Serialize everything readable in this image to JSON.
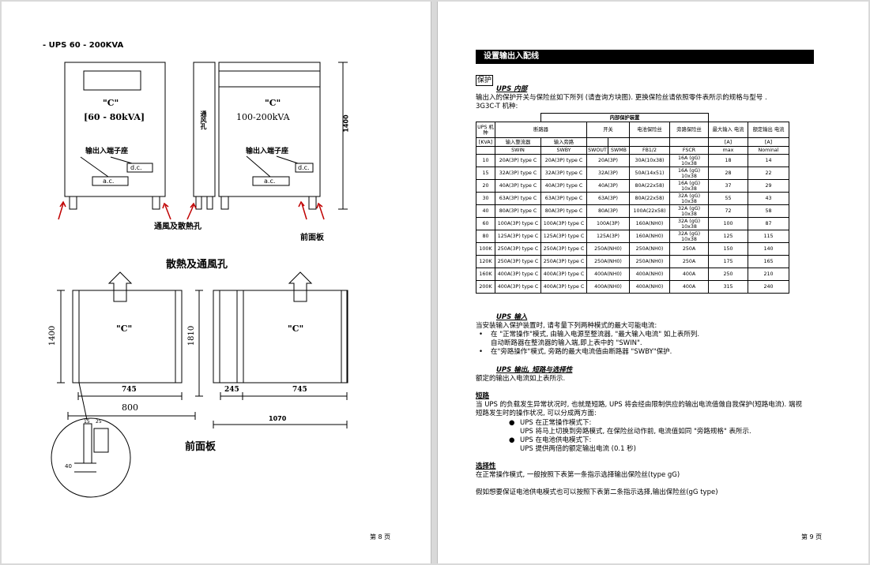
{
  "left": {
    "title": "- UPS 60 - 200KVA",
    "cab1_c": "\"C\"",
    "cab1_range": "[60 - 80kVA]",
    "cab1_terminal": "输出入端子座",
    "dc": "d.c.",
    "ac": "a.c.",
    "side_label": "通风孔",
    "cab2_c": "\"C\"",
    "cab2_range": "100-200kVA",
    "cab2_terminal": "输出入端子座",
    "height_1400": "1400",
    "vent_label": "通風及散熱孔",
    "front_label_top": "前面板",
    "section_title": "散熱及通風孔",
    "dim_1400": "1400",
    "dim_1810": "1810",
    "dim_745a": "745",
    "dim_800": "800",
    "dim_245": "245",
    "dim_745b": "745",
    "dim_1070": "1070",
    "detail_15": "15",
    "detail_25": "25",
    "detail_40": "40",
    "front_label_bottom": "前面板",
    "page_number": "第 8 页"
  },
  "right": {
    "section_header": "设置输出入配线",
    "protect_box": "保护",
    "ups_internal_heading": "UPS 内部",
    "intro_line1": "输出入的保护开关与保险丝如下所列 (请查询方块图). 更换保险丝请依照零件表所示的规格与型号 .",
    "intro_line2": "3G3C-T 机种:",
    "table": {
      "title": "内部保护装置",
      "h_ups": "UPS 机种",
      "h_breaker": "断路器",
      "h_switch": "开关",
      "h_batt_fuse": "电池保险丝",
      "h_bypass_fuse": "旁路保险丝",
      "h_max_in": "最大输入 电流",
      "h_rated_out": "额定输出 电流",
      "h_kva": "[KVA]",
      "h_rect_in": "输入整流器",
      "h_bypass_in": "输入旁路",
      "h_a1": "[A]",
      "h_a2": "[A]",
      "codes": [
        "SWIN",
        "SWBY",
        "SWOUT",
        "SWMB",
        "FB1/2",
        "FSCR",
        "max",
        "Nominal"
      ],
      "rows": [
        [
          "10",
          "20A(3P) type C",
          "20A(3P) type C",
          "20A(3P)",
          "30A(10x38)",
          "16A (gG) 10x38",
          "18",
          "14"
        ],
        [
          "15",
          "32A(3P) type C",
          "32A(3P) type C",
          "32A(3P)",
          "50A(14x51)",
          "16A (gG) 10x38",
          "28",
          "22"
        ],
        [
          "20",
          "40A(3P) type C",
          "40A(3P) type C",
          "40A(3P)",
          "80A(22x58)",
          "16A (gG) 10x38",
          "37",
          "29"
        ],
        [
          "30",
          "63A(3P) type C",
          "63A(3P) type C",
          "63A(3P)",
          "80A(22x58)",
          "32A (gG) 10x38",
          "55",
          "43"
        ],
        [
          "40",
          "80A(3P) type C",
          "80A(3P) type C",
          "80A(3P)",
          "100A(22x58)",
          "32A (gG) 10x38",
          "72",
          "58"
        ],
        [
          "60",
          "100A(3P) type C",
          "100A(3P) type C",
          "100A(3P)",
          "160A(NH0)",
          "32A (gG) 10x38",
          "100",
          "87"
        ],
        [
          "80",
          "125A(3P) type C",
          "125A(3P) type C",
          "125A(3P)",
          "160A(NH0)",
          "32A (gG) 10x38",
          "125",
          "115"
        ],
        [
          "100K",
          "250A(3P) type C",
          "250A(3P) type C",
          "250A(NH0)",
          "250A(NH0)",
          "250A",
          "150",
          "140"
        ],
        [
          "120K",
          "250A(3P) type C",
          "250A(3P) type C",
          "250A(NH0)",
          "250A(NH0)",
          "250A",
          "175",
          "165"
        ],
        [
          "160K",
          "400A(3P) type C",
          "400A(3P) type C",
          "400A(NH0)",
          "400A(NH0)",
          "400A",
          "250",
          "210"
        ],
        [
          "200K",
          "400A(3P) type C",
          "400A(3P) type C",
          "400A(NH0)",
          "400A(NH0)",
          "400A",
          "315",
          "240"
        ]
      ]
    },
    "ups_input_heading": "UPS 输入",
    "input_intro": "当安装输入保护装置时, 请考量下列两种模式的最大可能电流:",
    "input_bullet1": "在 \"正常操作\"模式, 由输入电源至整流器, \"最大输入电流\" 如上表所列.",
    "input_bullet1b": "自动断路器在整流器的输入端,即上表中的 \"SWIN\".",
    "input_bullet2": "在\"旁路操作\"模式, 旁路的最大电流值由断路器 \"SWBY\"保护.",
    "output_heading": "UPS 输出, 短路与选择性",
    "output_text": "额定的输出入电流如上表所示.",
    "short_heading": "短路",
    "short_text1": "当 UPS 的负载发生异常状况时, 也就是短路, UPS 将会经由限制供应的输出电流值做自我保护(短路电流). 端视",
    "short_text2": "短路发生时的操作状况, 可以分成两方面:",
    "sb1": "UPS 在正常操作模式下:",
    "sb1b": "UPS 将马上切换到旁路模式, 在保险丝动作前, 电流值如同 \"旁路规格\" 表所示.",
    "sb2": "UPS 在电池供电模式下:",
    "sb2b": "UPS 提供两倍的额定输出电流 (0.1 秒)",
    "selectivity_heading": "选择性",
    "sel_text1": "在正常操作模式, 一般按照下表第一条指示选择输出保险丝(type gG)",
    "sel_text2": "假如想要保证电池供电模式也可以按照下表第二条指示选择,输出保险丝(gG type)",
    "page_number": "第 9 页"
  }
}
